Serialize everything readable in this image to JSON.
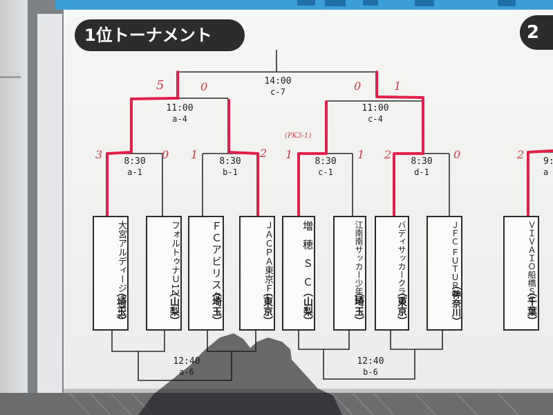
{
  "board": {
    "title": "1位トーナメント",
    "next_title": "2"
  },
  "matches": [
    {
      "id": "final",
      "time": "14:00",
      "code": "c-7"
    },
    {
      "id": "sf_left",
      "time": "11:00",
      "code": "a-4"
    },
    {
      "id": "sf_right",
      "time": "11:00",
      "code": "c-4"
    },
    {
      "id": "qf1",
      "time": "8:30",
      "code": "a-1"
    },
    {
      "id": "qf2",
      "time": "8:30",
      "code": "b-1"
    },
    {
      "id": "qf3",
      "time": "8:30",
      "code": "c-1"
    },
    {
      "id": "qf4",
      "time": "8:30",
      "code": "d-1"
    },
    {
      "id": "lower_left",
      "time": "12:40",
      "code": "a-6"
    },
    {
      "id": "lower_right",
      "time": "12:40",
      "code": "b-6"
    },
    {
      "id": "partial",
      "time": "9:",
      "code": "a"
    }
  ],
  "teams": [
    {
      "name": "大宮アルディージャU12",
      "pref": "（埼玉）"
    },
    {
      "name": "フォルトゥナＵ12",
      "pref": "（山梨）"
    },
    {
      "name": "ＦＣアビリスタ",
      "pref": "（埼玉）"
    },
    {
      "name": "ＪＡＣＰＡ東京ＦＣ",
      "pref": "（東京）"
    },
    {
      "name": "増穂ＳＣ",
      "pref": "（山梨）"
    },
    {
      "name": "江南南サッカー少年団",
      "pref": "（埼玉）"
    },
    {
      "name": "バディサッカークラブ",
      "pref": "（東京）"
    },
    {
      "name": "ＪＦＣ ＦＵＴＵＲＯ",
      "pref": "（神奈川）"
    },
    {
      "name": "ＶＩＶＡＩＯ船橋ＳＣ",
      "pref": "（千葉）"
    }
  ],
  "scores": {
    "final_left": "5",
    "final_right": "0",
    "sf_right_left": "0",
    "sf_right_right": "1",
    "qf1_left": "3",
    "qf1_right": "0",
    "qf2_left": "1",
    "qf2_right": "2",
    "qf3_left": "1",
    "qf3_right": "1",
    "qf4_left": "2",
    "qf4_right": "0",
    "partial_left": "2",
    "pk_note": "(PK3-1)"
  },
  "colors": {
    "board": "#f4f4f2",
    "bracket_line": "#2a2a2a",
    "winner_line": "#e0204a",
    "handwriting": "#d23a45",
    "pill": "#2c2c2c",
    "header_strip": "#3a9fd8"
  }
}
